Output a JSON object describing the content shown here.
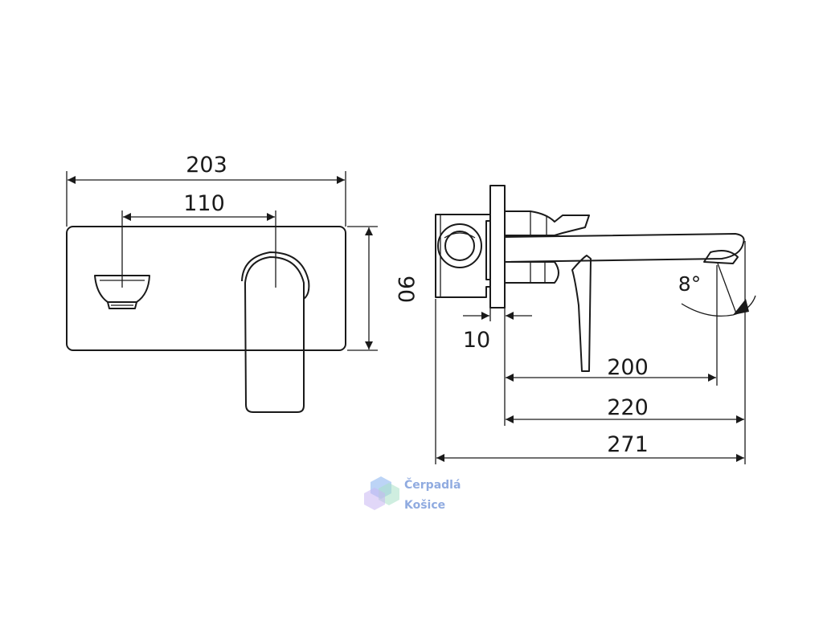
{
  "dimensions": {
    "front_width": "203",
    "front_spacing": "110",
    "front_height": "90",
    "plate_thickness": "10",
    "spout_200": "200",
    "spout_220": "220",
    "total_depth": "271",
    "spout_angle": "8°"
  },
  "watermark": {
    "line1": "Čerpadlá",
    "line2": "Košice",
    "colors": [
      "#8fb7f0",
      "#a7e0c6",
      "#c9b6f2"
    ]
  }
}
